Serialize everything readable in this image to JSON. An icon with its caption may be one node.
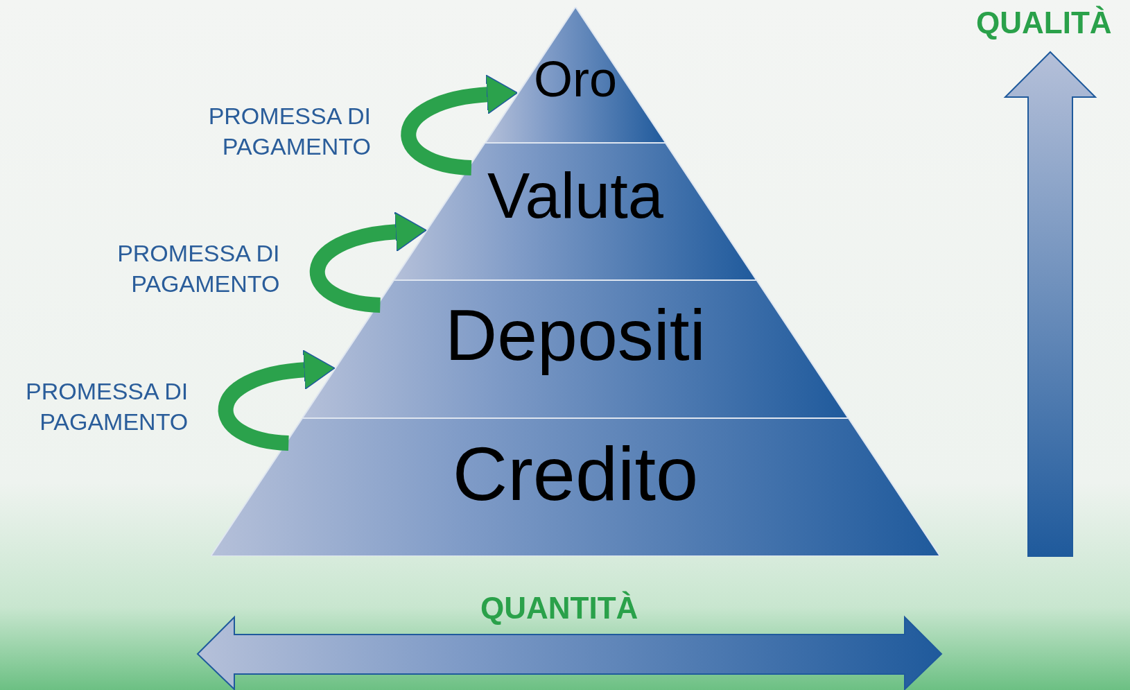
{
  "diagram": {
    "nodes": [
      {
        "text": [
          "Oro"
        ]
      },
      {
        "text": [
          "Valuta"
        ]
      },
      {
        "text": [
          "Depositi"
        ]
      },
      {
        "text": [
          "Credito"
        ]
      }
    ],
    "edges": [
      {
        "from": 1,
        "to": 0,
        "arrow": "to",
        "label": "PROMESSA DI PAGAMENTO"
      },
      {
        "from": 2,
        "to": 1,
        "arrow": "to",
        "label": "PROMESSA DI PAGAMENTO"
      },
      {
        "from": 3,
        "to": 2,
        "arrow": "to",
        "label": "PROMESSA DI PAGAMENTO"
      }
    ],
    "labels": [
      "QUALITÀ",
      "QUANTITÀ"
    ]
  }
}
